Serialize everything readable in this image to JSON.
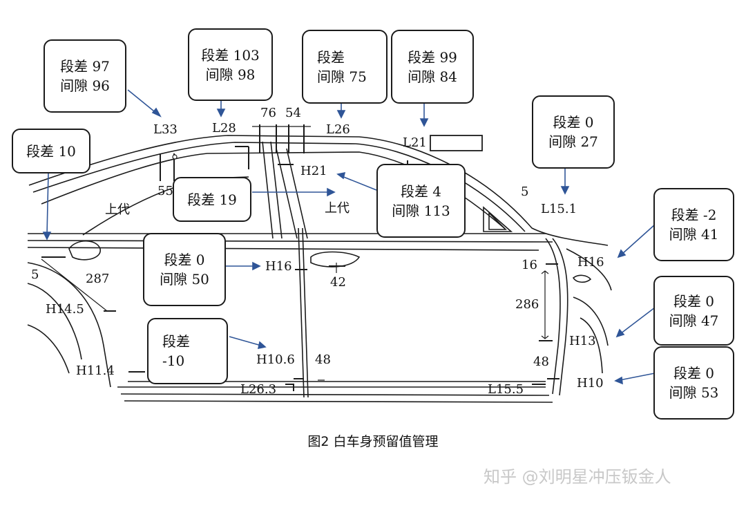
{
  "callouts": [
    {
      "id": "c1",
      "line1": "段差 97",
      "line2": "间隙 96"
    },
    {
      "id": "c2",
      "line1": "段差 103",
      "line2": "间隙 98"
    },
    {
      "id": "c3",
      "line1": "段差",
      "line2": "间隙 75"
    },
    {
      "id": "c4",
      "line1": "段差 99",
      "line2": "间隙 84"
    },
    {
      "id": "c5",
      "line1": "段差 0",
      "line2": "间隙 27"
    },
    {
      "id": "c6",
      "line1": "段差 10",
      "line2": ""
    },
    {
      "id": "c7",
      "line1": "段差 19",
      "line2": ""
    },
    {
      "id": "c8",
      "line1": "段差 4",
      "line2": "间隙 113"
    },
    {
      "id": "c9",
      "line1": "段差 -2",
      "line2": "间隙 41"
    },
    {
      "id": "c10",
      "line1": "段差 0",
      "line2": "间隙 50"
    },
    {
      "id": "c11",
      "line1": "段差 0",
      "line2": "间隙 47"
    },
    {
      "id": "c12",
      "line1": "段差",
      "line2": "-10"
    },
    {
      "id": "c13",
      "line1": "段差 0",
      "line2": "间隙 53"
    }
  ],
  "labels": {
    "L33": "L33",
    "L28": "L28",
    "d76": "76",
    "d54": "54",
    "L26": "L26",
    "L21": "L21",
    "H21": "H21",
    "d55": "55",
    "d5_top": "5",
    "L15_1": "L15.1",
    "shangdai_left": "上代",
    "shangdai_mid": "上代",
    "H16_mid": "H16",
    "d42": "42",
    "d16": "16",
    "H16_right": "H16",
    "d5_left": "5",
    "d287": "287",
    "H14_5": "H14.5",
    "d286": "286",
    "H13": "H13",
    "H11_4": "H11.4",
    "H10_6": "H10.6",
    "d48_mid": "48",
    "d48_right": "48",
    "L26_3": "L26.3",
    "L15_5": "L15.5",
    "H10": "H10"
  },
  "caption": "图2  白车身预留值管理",
  "watermark": "知乎 @刘明星冲压钣金人",
  "colors": {
    "arrow": "#2f5597",
    "line": "#1a1a1a"
  }
}
